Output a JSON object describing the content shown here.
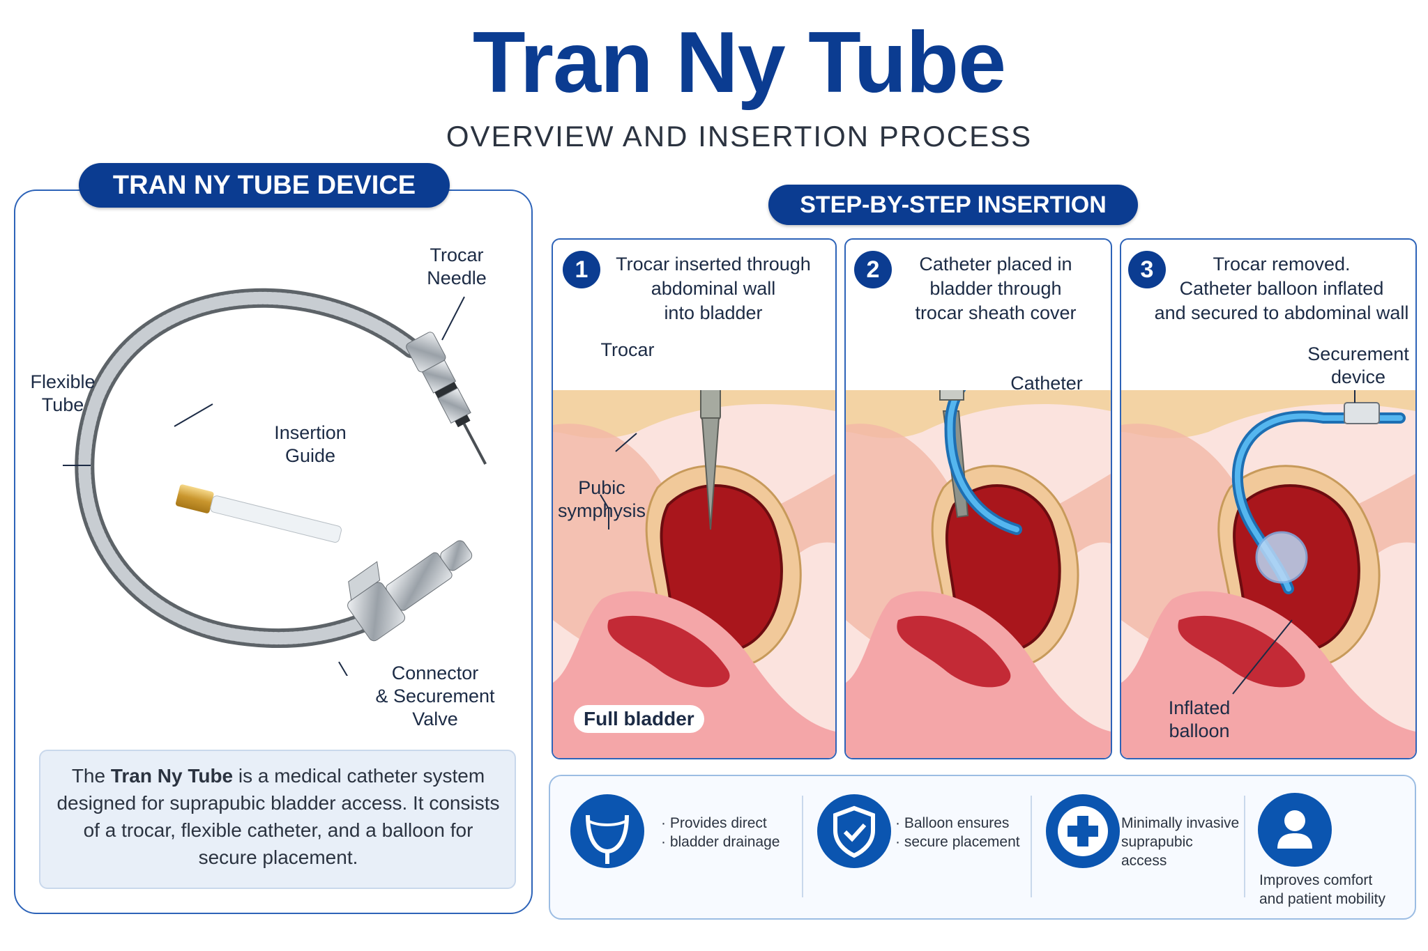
{
  "header": {
    "title": "Tran Ny Tube",
    "subtitle": "OVERVIEW AND INSERTION PROCESS"
  },
  "device": {
    "heading": "TRAN NY TUBE DEVICE",
    "labels": {
      "trocar_needle_1": "Trocar",
      "trocar_needle_2": "Needle",
      "flexible_tube_1": "Flexible",
      "flexible_tube_2": "Tube",
      "insertion_guide_1": "Insertion",
      "insertion_guide_2": "Guide",
      "connector_1": "Connector",
      "connector_2": "& Securement",
      "connector_3": "Valve"
    },
    "description": {
      "prefix": "The ",
      "name": "Tran Ny Tube",
      "suffix": " is a medical catheter system designed for suprapubic bladder access. It consists of a trocar, flexible catheter, and a balloon for secure placement."
    }
  },
  "steps": {
    "heading": "STEP-BY-STEP INSERTION",
    "items": [
      {
        "number": "1",
        "line1": "Trocar inserted through",
        "line2": "abdominal wall",
        "line3": "into bladder",
        "callouts": {
          "trocar": "Trocar",
          "pubic_1": "Pubic",
          "pubic_2": "symphysis",
          "badge": "Full bladder"
        }
      },
      {
        "number": "2",
        "line1": "Catheter placed in",
        "line2": "bladder through",
        "line3": "trocar sheath cover",
        "callouts": {
          "catheter": "Catheter"
        }
      },
      {
        "number": "3",
        "line1": "Trocar removed.",
        "line2": "Catheter balloon inflated",
        "line3": "and secured to abdominal wall",
        "callouts": {
          "securement_1": "Securement",
          "securement_2": "device",
          "balloon_1": "Inflated",
          "balloon_2": "balloon"
        }
      }
    ]
  },
  "benefits": [
    {
      "line1": "· Provides direct",
      "line2": "· bladder drainage",
      "icon": "bladder-icon"
    },
    {
      "line1": "· Balloon ensures",
      "line2": "· secure placement",
      "icon": "shield-check-icon"
    },
    {
      "line1": "Minimally invasive",
      "line2": "suprapubic access",
      "icon": "medical-cross-icon"
    },
    {
      "line1": "Improves comfort",
      "line2": "and patient mobility",
      "icon": "person-icon"
    }
  ],
  "colors": {
    "brand": "#0b3c91",
    "accent": "#0b55b0",
    "catheter": "#2a8fd6",
    "bladder": "#a9161c"
  }
}
